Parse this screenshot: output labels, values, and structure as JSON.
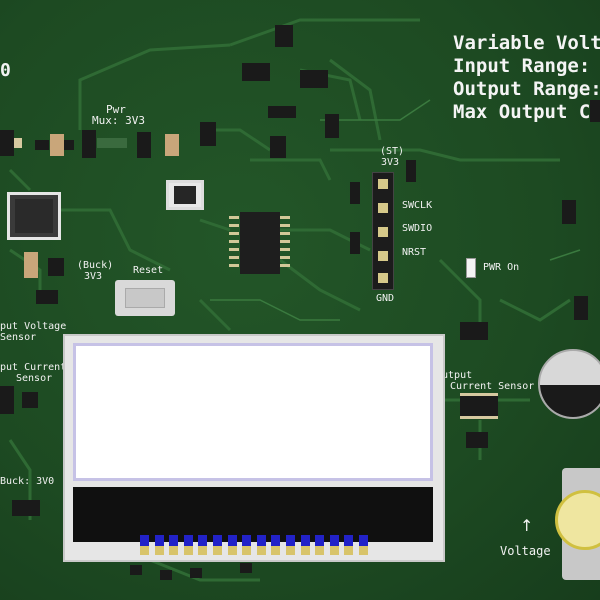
{
  "board_title": {
    "line1": "Variable Volta",
    "line2": "Input Range: J",
    "line3": "Output Range:",
    "line4": "Max Output Cu"
  },
  "edge_label": "0",
  "silk": {
    "pwr": "Pwr",
    "mux": "Mux: 3V3",
    "st": "(ST)",
    "st_v": "3V3",
    "swclk": "SWCLK",
    "swdio": "SWDIO",
    "nrst": "NRST",
    "gnd": "GND",
    "buck": "(Buck)",
    "buck_v": "3V3",
    "reset": "Reset",
    "pwr_on": "PWR On",
    "out_volt_1": "put Voltage",
    "out_volt_2": "Sensor",
    "out_curr_1": "put Current",
    "out_curr_2": "Sensor",
    "buck3v0": "Buck: 3V0",
    "output_cs_1": "Output",
    "output_cs_2": "Current Sensor",
    "voltage": "Voltage",
    "arrow": "↑"
  },
  "colors": {
    "pcb": "#1f4a23",
    "silkscreen": "#f2f2f2",
    "pad_gold": "#d7c9a0",
    "lcd_pins": "#2222c8"
  }
}
